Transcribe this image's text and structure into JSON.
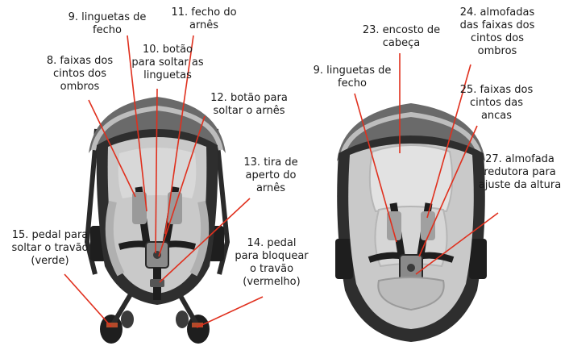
{
  "labels": {
    "l9a": "9. linguetas de\nfecho",
    "l11": "11. fecho do\narnês",
    "l10": "10. botão\npara soltar as\nlinguetas",
    "l8": "8. faixas dos\ncintos dos\nombros",
    "l12": "12. botão para\nsoltar o arnês",
    "l13": "13. tira de\naperto do\narnês",
    "l15": "15. pedal para\nsoltar o travão\n(verde)",
    "l14": "14. pedal\npara bloquear\no travão\n(vermelho)",
    "l23": "23. encosto de\ncabeça",
    "l24": "24. almofadas\ndas faixas dos\ncintos dos\nombros",
    "l9b": "9. linguetas de\nfecho",
    "l25": "25. faixas dos\ncintos das\nancas",
    "l27": "27. almofada\nredutora para\najuste da altura"
  },
  "colors": {
    "leader_line": "#e0301e",
    "seat_fabric": "#c9c9c9",
    "frame": "#2a2a2a",
    "text": "#1a1a1a"
  }
}
